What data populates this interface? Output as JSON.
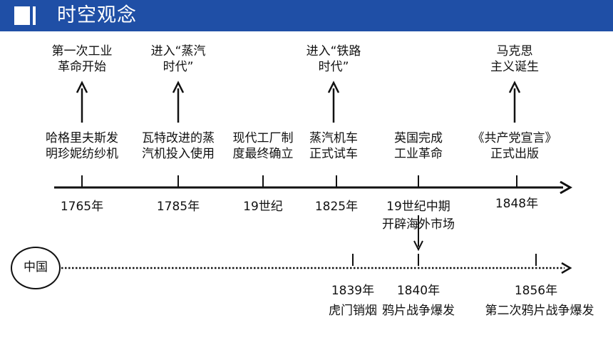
{
  "header": {
    "title": "时空观念"
  },
  "upper_events": [
    {
      "l1": "第一次工业",
      "l2": "革命开始"
    },
    {
      "l1": "进入“蒸汽",
      "l2": "时代”"
    },
    {
      "l1": "进入“铁路",
      "l2": "时代”"
    },
    {
      "l1": "马克思",
      "l2": "主义诞生"
    }
  ],
  "mid_events": [
    {
      "l1": "哈格里夫斯发",
      "l2": "明珍妮纺纱机"
    },
    {
      "l1": "瓦特改进的蒸",
      "l2": "汽机投入使用"
    },
    {
      "l1": "现代工厂制",
      "l2": "度最终确立"
    },
    {
      "l1": "蒸汽机车",
      "l2": "正式试车"
    },
    {
      "l1": "英国完成",
      "l2": "工业革命"
    },
    {
      "l1": "《共产党宣言》",
      "l2": "正式出版"
    }
  ],
  "main_dates": [
    "1765年",
    "1785年",
    "19世纪",
    "1825年",
    "19世纪中期",
    "1848年"
  ],
  "mid_century_note": "开辟海外市场",
  "china": {
    "label": "中国",
    "events": [
      {
        "date": "1839年",
        "event": "虎门销烟"
      },
      {
        "date": "1840年",
        "event": "鸦片战争爆发"
      },
      {
        "date": "1856年",
        "event": "第二次鸦片战争爆发"
      }
    ]
  }
}
